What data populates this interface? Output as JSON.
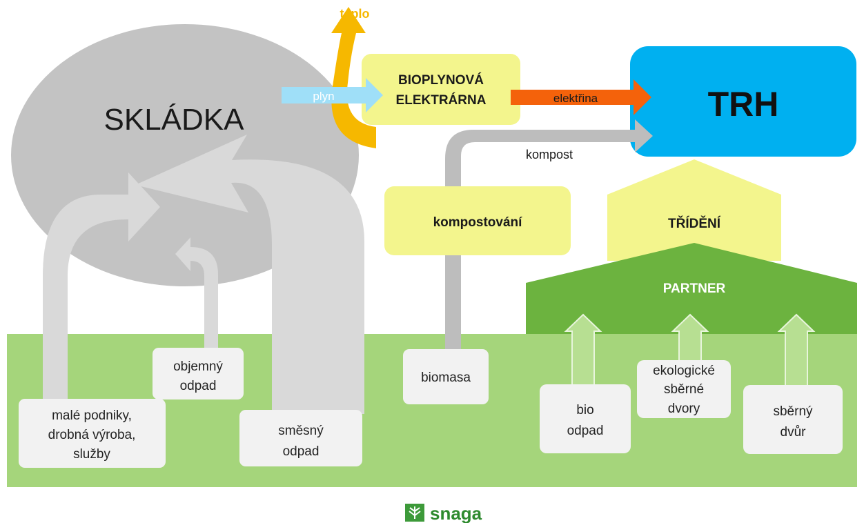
{
  "labels": {
    "landfill": "SKLÁDKA",
    "heat": "teplo",
    "gas": "plyn",
    "plant_line1": "BIOPLYNOVÁ",
    "plant_line2": "ELEKTRÁRNA",
    "electricity": "elektřina",
    "market": "TRH",
    "compost": "kompost",
    "composting": "kompostování",
    "sorting": "TŘÍDĚNÍ",
    "partner": "PARTNER",
    "bulky_line1": "objemný",
    "bulky_line2": "odpad",
    "small_line1": "malé podniky,",
    "small_line2": "drobná výroba,",
    "small_line3": "služby",
    "mixed_line1": "směsný",
    "mixed_line2": "odpad",
    "biomass": "biomasa",
    "bio_line1": "bio",
    "bio_line2": "odpad",
    "eco_line1": "ekologické",
    "eco_line2": "sběrné",
    "eco_line3": "dvory",
    "yard_line1": "sběrný",
    "yard_line2": "dvůr",
    "logo": "snaga"
  },
  "colors": {
    "ground": "#a5d57b",
    "landfill": "#c3c3c3",
    "waste_arrow": "#d9d9d9",
    "source_box": "#f2f2f2",
    "yellow_box": "#f3f58d",
    "market": "#00b0f0",
    "gas_arrow": "#9fdff8",
    "electricity_arrow": "#f4620b",
    "heat_arrow": "#f6b800",
    "compost_arrow": "#bdbdbd",
    "partner": "#6cb33f",
    "logo_green": "#3d9a3a"
  },
  "icons": [
    "leaf-logo-icon"
  ]
}
